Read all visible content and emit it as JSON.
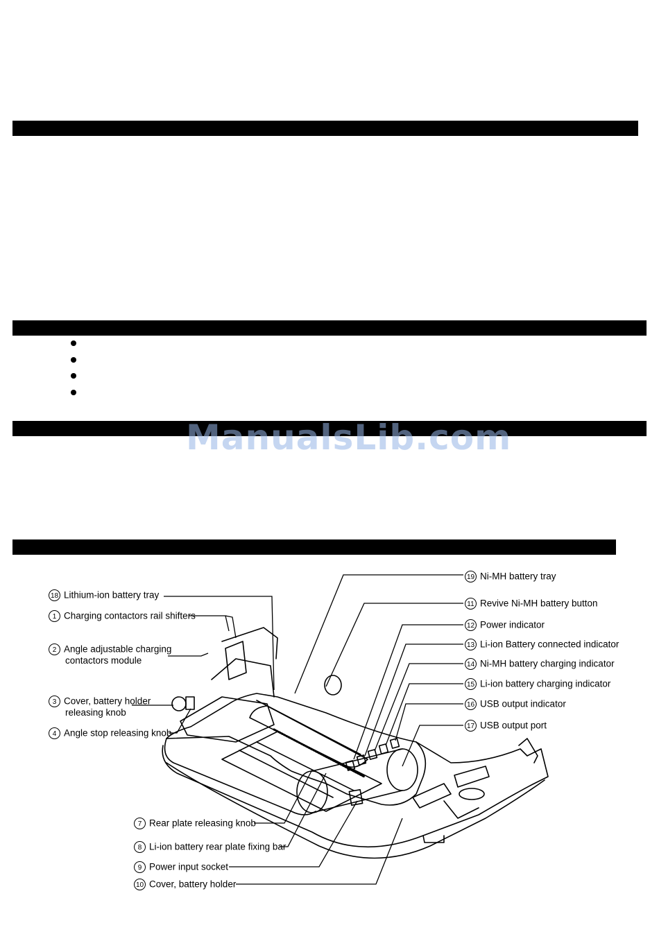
{
  "watermark": "ManualsLib.com",
  "colors": {
    "bar": "#000000",
    "watermark": "#96b4e6"
  },
  "diagram": {
    "callouts": [
      {
        "id": "18",
        "text": "Lithium-ion battery tray"
      },
      {
        "id": "1",
        "text": "Charging contactors rail shifters"
      },
      {
        "id": "2",
        "line1": "Angle adjustable charging",
        "line2": "contactors module"
      },
      {
        "id": "3",
        "line1": "Cover, battery holder",
        "line2": "releasing knob"
      },
      {
        "id": "4",
        "text": "Angle stop releasing knob"
      },
      {
        "id": "19",
        "text": "Ni-MH battery tray"
      },
      {
        "id": "11",
        "text": "Revive Ni-MH battery button"
      },
      {
        "id": "12",
        "text": "Power indicator"
      },
      {
        "id": "13",
        "text": "Li-ion Battery connected indicator"
      },
      {
        "id": "14",
        "text": "Ni-MH battery charging indicator"
      },
      {
        "id": "15",
        "text": "Li-ion battery charging indicator"
      },
      {
        "id": "16",
        "text": "USB output indicator"
      },
      {
        "id": "17",
        "text": "USB output port"
      },
      {
        "id": "7",
        "text": "Rear plate releasing knob"
      },
      {
        "id": "8",
        "text": "Li-ion battery rear plate fixing bar"
      },
      {
        "id": "9",
        "text": "Power input socket"
      },
      {
        "id": "10",
        "text": "Cover, battery holder"
      }
    ]
  }
}
